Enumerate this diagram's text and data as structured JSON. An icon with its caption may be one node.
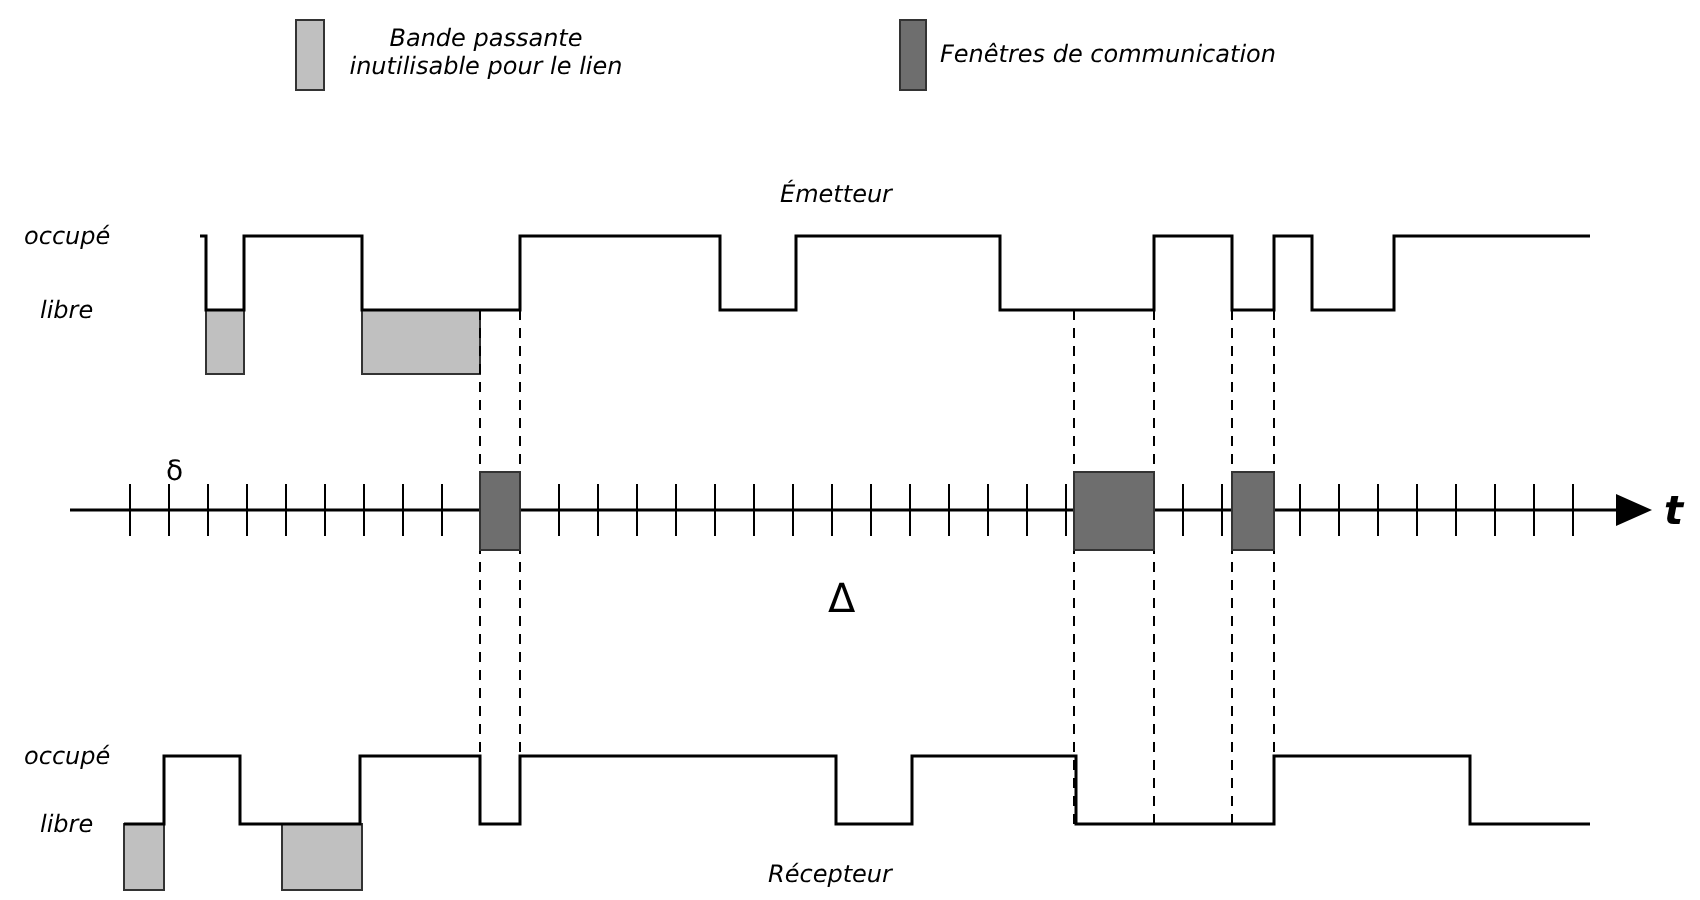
{
  "diagram": {
    "labels": [
      "Émetteur",
      "occupé",
      "libre",
      "δ",
      "t",
      "Δ",
      "occupé",
      "libre",
      "Récepteur"
    ],
    "legend": [
      {
        "text": "Bande passante inutilisable pour le lien",
        "color": "#c0c0c0"
      },
      {
        "text": "Fenêtres de communication",
        "color": "#6e6e6e"
      }
    ]
  }
}
